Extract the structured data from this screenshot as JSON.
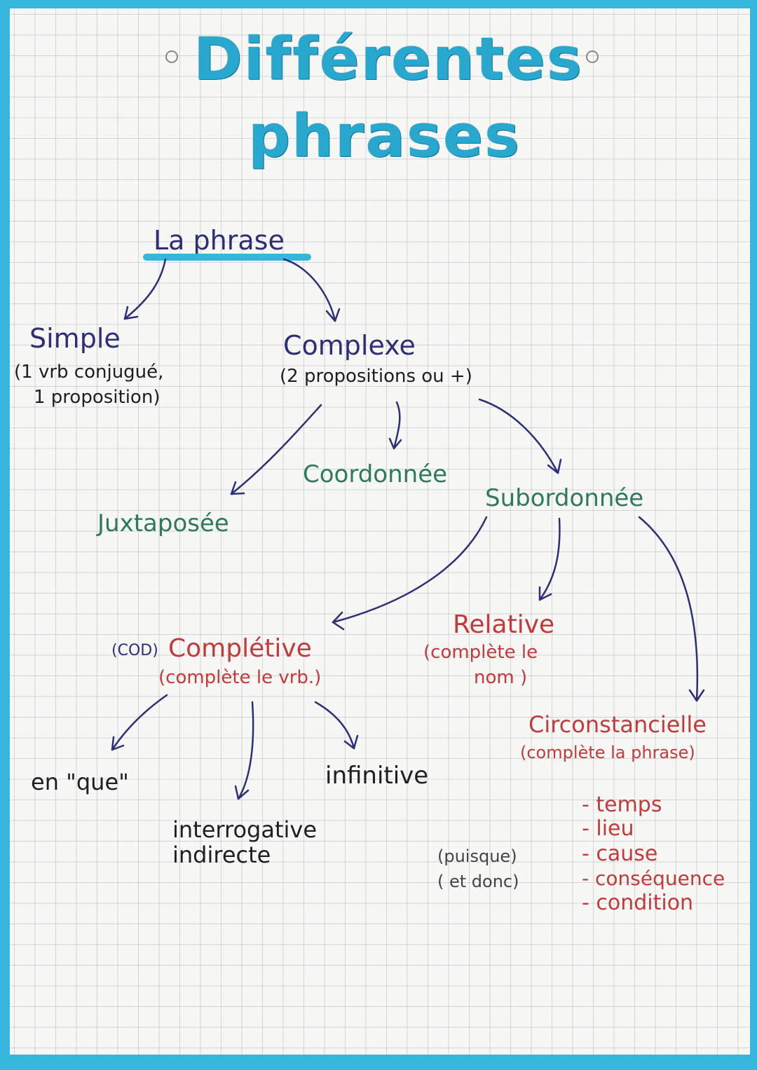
{
  "title": {
    "line1": "Différentes",
    "line2": "phrases"
  },
  "root": {
    "label": "La phrase"
  },
  "simple": {
    "label": "Simple",
    "note_line1": "(1 vrb conjugué,",
    "note_line2": "1 proposition)"
  },
  "complexe": {
    "label": "Complexe",
    "note": "(2 propositions ou +)"
  },
  "juxtaposee": {
    "label": "Juxtaposée"
  },
  "coordonnee": {
    "label": "Coordonnée"
  },
  "subordonnee": {
    "label": "Subordonnée"
  },
  "completive": {
    "prefix": "(COD)",
    "label": "Complétive",
    "note": "(complète le vrb.)"
  },
  "relative": {
    "label": "Relative",
    "note_line1": "(complète le",
    "note_line2": "nom )"
  },
  "circonstancielle": {
    "label": "Circonstancielle",
    "note": "(complète la phrase)",
    "items": [
      "- temps",
      "- lieu",
      "- cause",
      "- conséquence",
      "- condition"
    ],
    "side_notes": [
      "(puisque)",
      "( et donc)"
    ]
  },
  "completive_types": {
    "en_que": "en \"que\"",
    "infinitive": "infinitive",
    "interrogative_line1": "interrogative",
    "interrogative_line2": "indirecte"
  },
  "colors": {
    "title": "#29a8cf",
    "border": "#36b6dc",
    "navy": "#2c2f78",
    "green": "#2f7a5e",
    "red": "#c23a3a"
  }
}
